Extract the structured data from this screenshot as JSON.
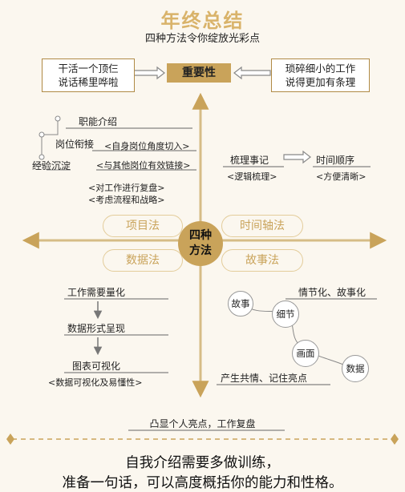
{
  "title": "年终总结",
  "subtitle": "四种方法令你绽放光彩点",
  "importance": {
    "left_line1": "干活一个顶仨",
    "left_line2": "说话稀里哗啦",
    "center": "重要性",
    "right_line1": "琐碎细小的工作",
    "right_line2": "说得更加有条理"
  },
  "project_method": {
    "job_intro": "职能介绍",
    "job_handover": "岗位衔接",
    "job_handover_note": "<自身岗位角度切入>",
    "experience": "经验沉淀",
    "experience_note": "<与其他岗位有效链接>",
    "review_note1": "<对工作进行复盘>",
    "review_note2": "<考虑流程和战略>"
  },
  "timeline_method": {
    "sort_events": "梳理事记",
    "sort_events_note": "<逻辑梳理>",
    "time_order": "时间顺序",
    "time_order_note": "<方便清晰>"
  },
  "hub": {
    "line1": "四种",
    "line2": "方法",
    "project": "项目法",
    "timeline": "时间轴法",
    "data": "数据法",
    "story": "故事法"
  },
  "data_method": {
    "step1": "工作需要量化",
    "step2": "数据形式呈现",
    "step3": "图表可视化",
    "step3_note": "<数据可视化及易懂性>"
  },
  "story_method": {
    "story_circle": "故事",
    "detail_circle": "细节",
    "picture_circle": "画面",
    "data_circle": "数据",
    "plot_label": "情节化、故事化",
    "resonance_label": "产生共情、记住亮点"
  },
  "bottom_line": "凸显个人亮点，工作复盘",
  "footer": {
    "line1": "自我介绍需要多做训练，",
    "line2": "准备一句话，可以高度概括你的能力和性格。"
  },
  "colors": {
    "accent": "#c9a35a",
    "title": "#d9b36a",
    "axis": "#d6bc86"
  }
}
